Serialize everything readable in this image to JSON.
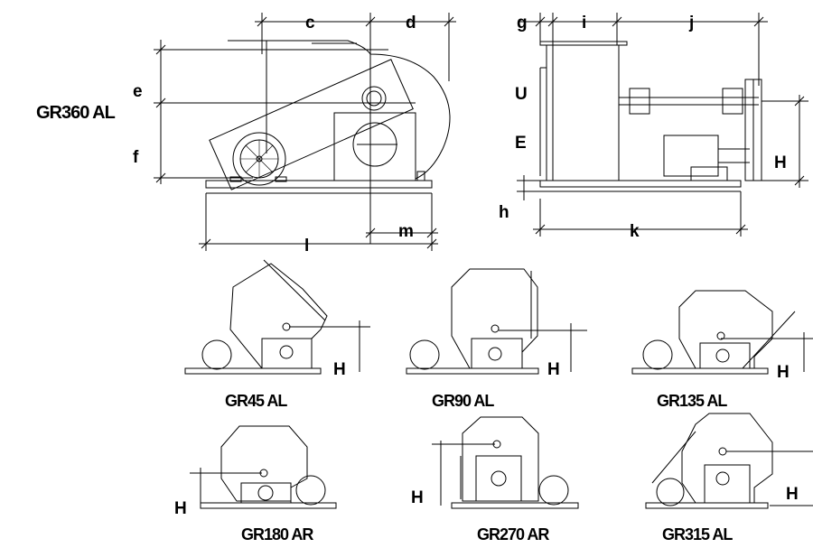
{
  "main_view": {
    "title": "GR360 AL",
    "dims": {
      "c": "c",
      "d": "d",
      "e": "e",
      "f": "f",
      "l": "l",
      "m": "m"
    }
  },
  "side_view": {
    "dims": {
      "g": "g",
      "i": "i",
      "j": "j",
      "U": "U",
      "E": "E",
      "H": "H",
      "h": "h",
      "k": "k"
    }
  },
  "variants": [
    {
      "label": "GR45 AL",
      "dim": "H"
    },
    {
      "label": "GR90 AL",
      "dim": "H"
    },
    {
      "label": "GR135 AL",
      "dim": "H"
    },
    {
      "label": "GR180 AR",
      "dim": "H"
    },
    {
      "label": "GR270 AR",
      "dim": "H"
    },
    {
      "label": "GR315 AL",
      "dim": "H"
    }
  ]
}
